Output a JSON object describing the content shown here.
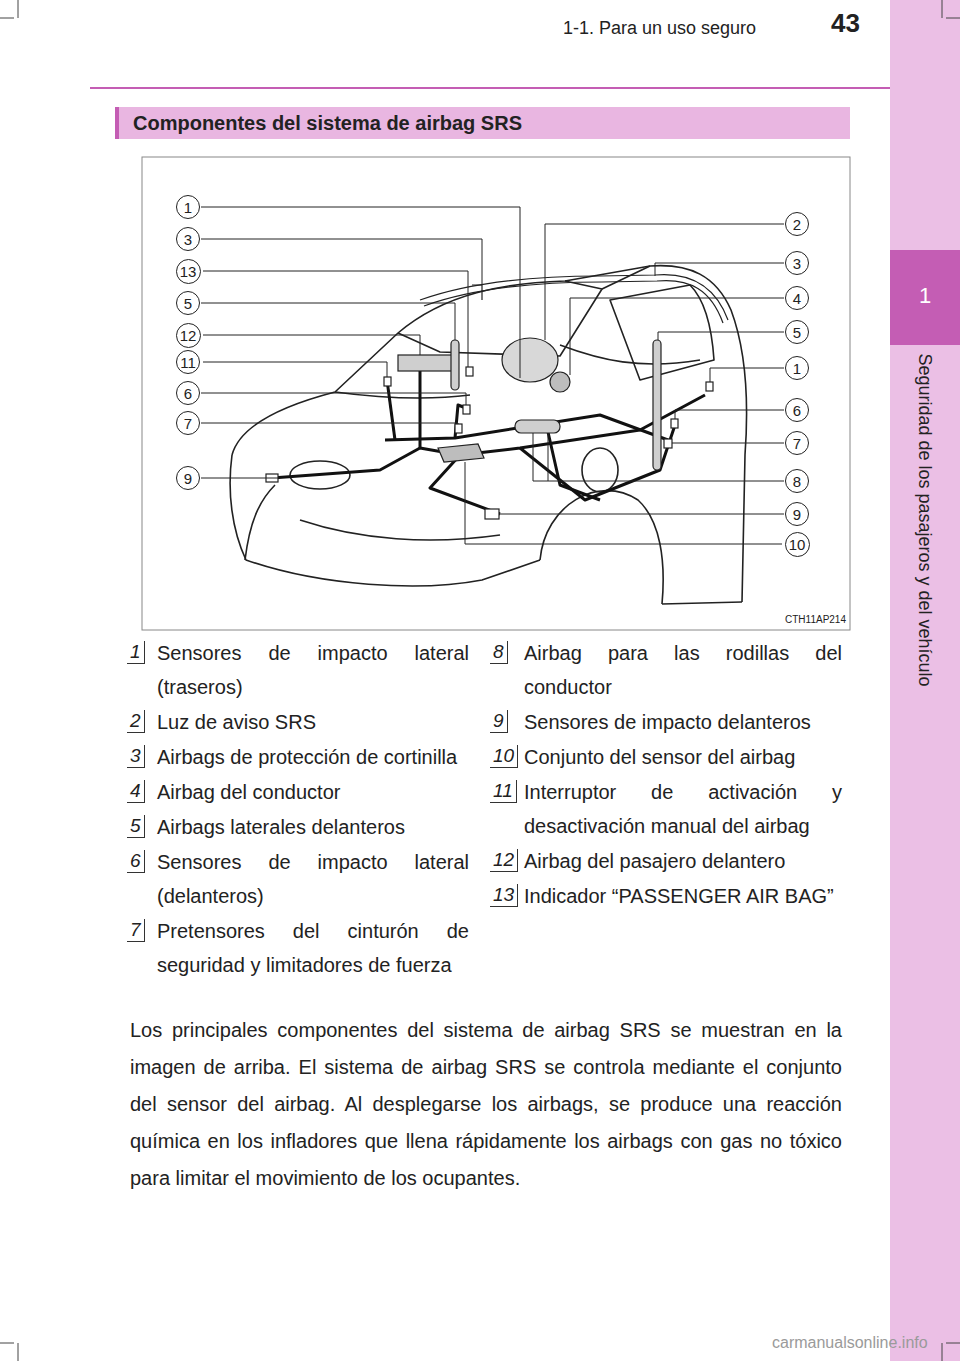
{
  "diagram": {
    "title": "Componentes del sistema de airbag SRS",
    "nodes": [
      {
        "text": [
          "1"
        ]
      },
      {
        "text": [
          "3"
        ]
      },
      {
        "text": [
          "13"
        ]
      },
      {
        "text": [
          "5"
        ]
      },
      {
        "text": [
          "12"
        ]
      },
      {
        "text": [
          "11"
        ]
      },
      {
        "text": [
          "6"
        ]
      },
      {
        "text": [
          "7"
        ]
      },
      {
        "text": [
          "9"
        ]
      },
      {
        "text": [
          "2"
        ]
      },
      {
        "text": [
          "3"
        ]
      },
      {
        "text": [
          "4"
        ]
      },
      {
        "text": [
          "5"
        ]
      },
      {
        "text": [
          "1"
        ]
      },
      {
        "text": [
          "6"
        ]
      },
      {
        "text": [
          "7"
        ]
      },
      {
        "text": [
          "8"
        ]
      },
      {
        "text": [
          "9"
        ]
      },
      {
        "text": [
          "10"
        ]
      }
    ],
    "labels": [
      "43",
      "1-1. Para un uso seguro",
      "1",
      "Seguridad de los pasajeros y del vehículo",
      "CTH11AP214",
      "1",
      "Sensores de impacto lateral (traseros)",
      "2",
      "Luz de aviso SRS",
      "3",
      "Airbags de protección de cortinilla",
      "4",
      "Airbag del conductor",
      "5",
      "Airbags laterales delanteros",
      "6",
      "Sensores de impacto lateral (delanteros)",
      "7",
      "Pretensores del cinturón de seguridad y limitadores de fuerza",
      "8",
      "Airbag para las rodillas del conductor",
      "9",
      "Sensores de impacto delanteros",
      "10",
      "Conjunto del sensor del airbag",
      "11",
      "Interruptor de activación y desactivación manual del airbag",
      "12",
      "Airbag del pasajero delantero",
      "13",
      "Indicador “PASSENGER AIR BAG”",
      "Los principales componentes del sistema de airbag SRS se muestran en la imagen de arriba. El sistema de airbag SRS se controla mediante el conjunto del sensor del airbag. Al desplegarse los airbags, se produce una reacción química en los infladores que llena rápidamente los airbags con gas no tóxico para limitar el movimiento de los ocupantes.",
      "carmanualsonline.info"
    ]
  }
}
